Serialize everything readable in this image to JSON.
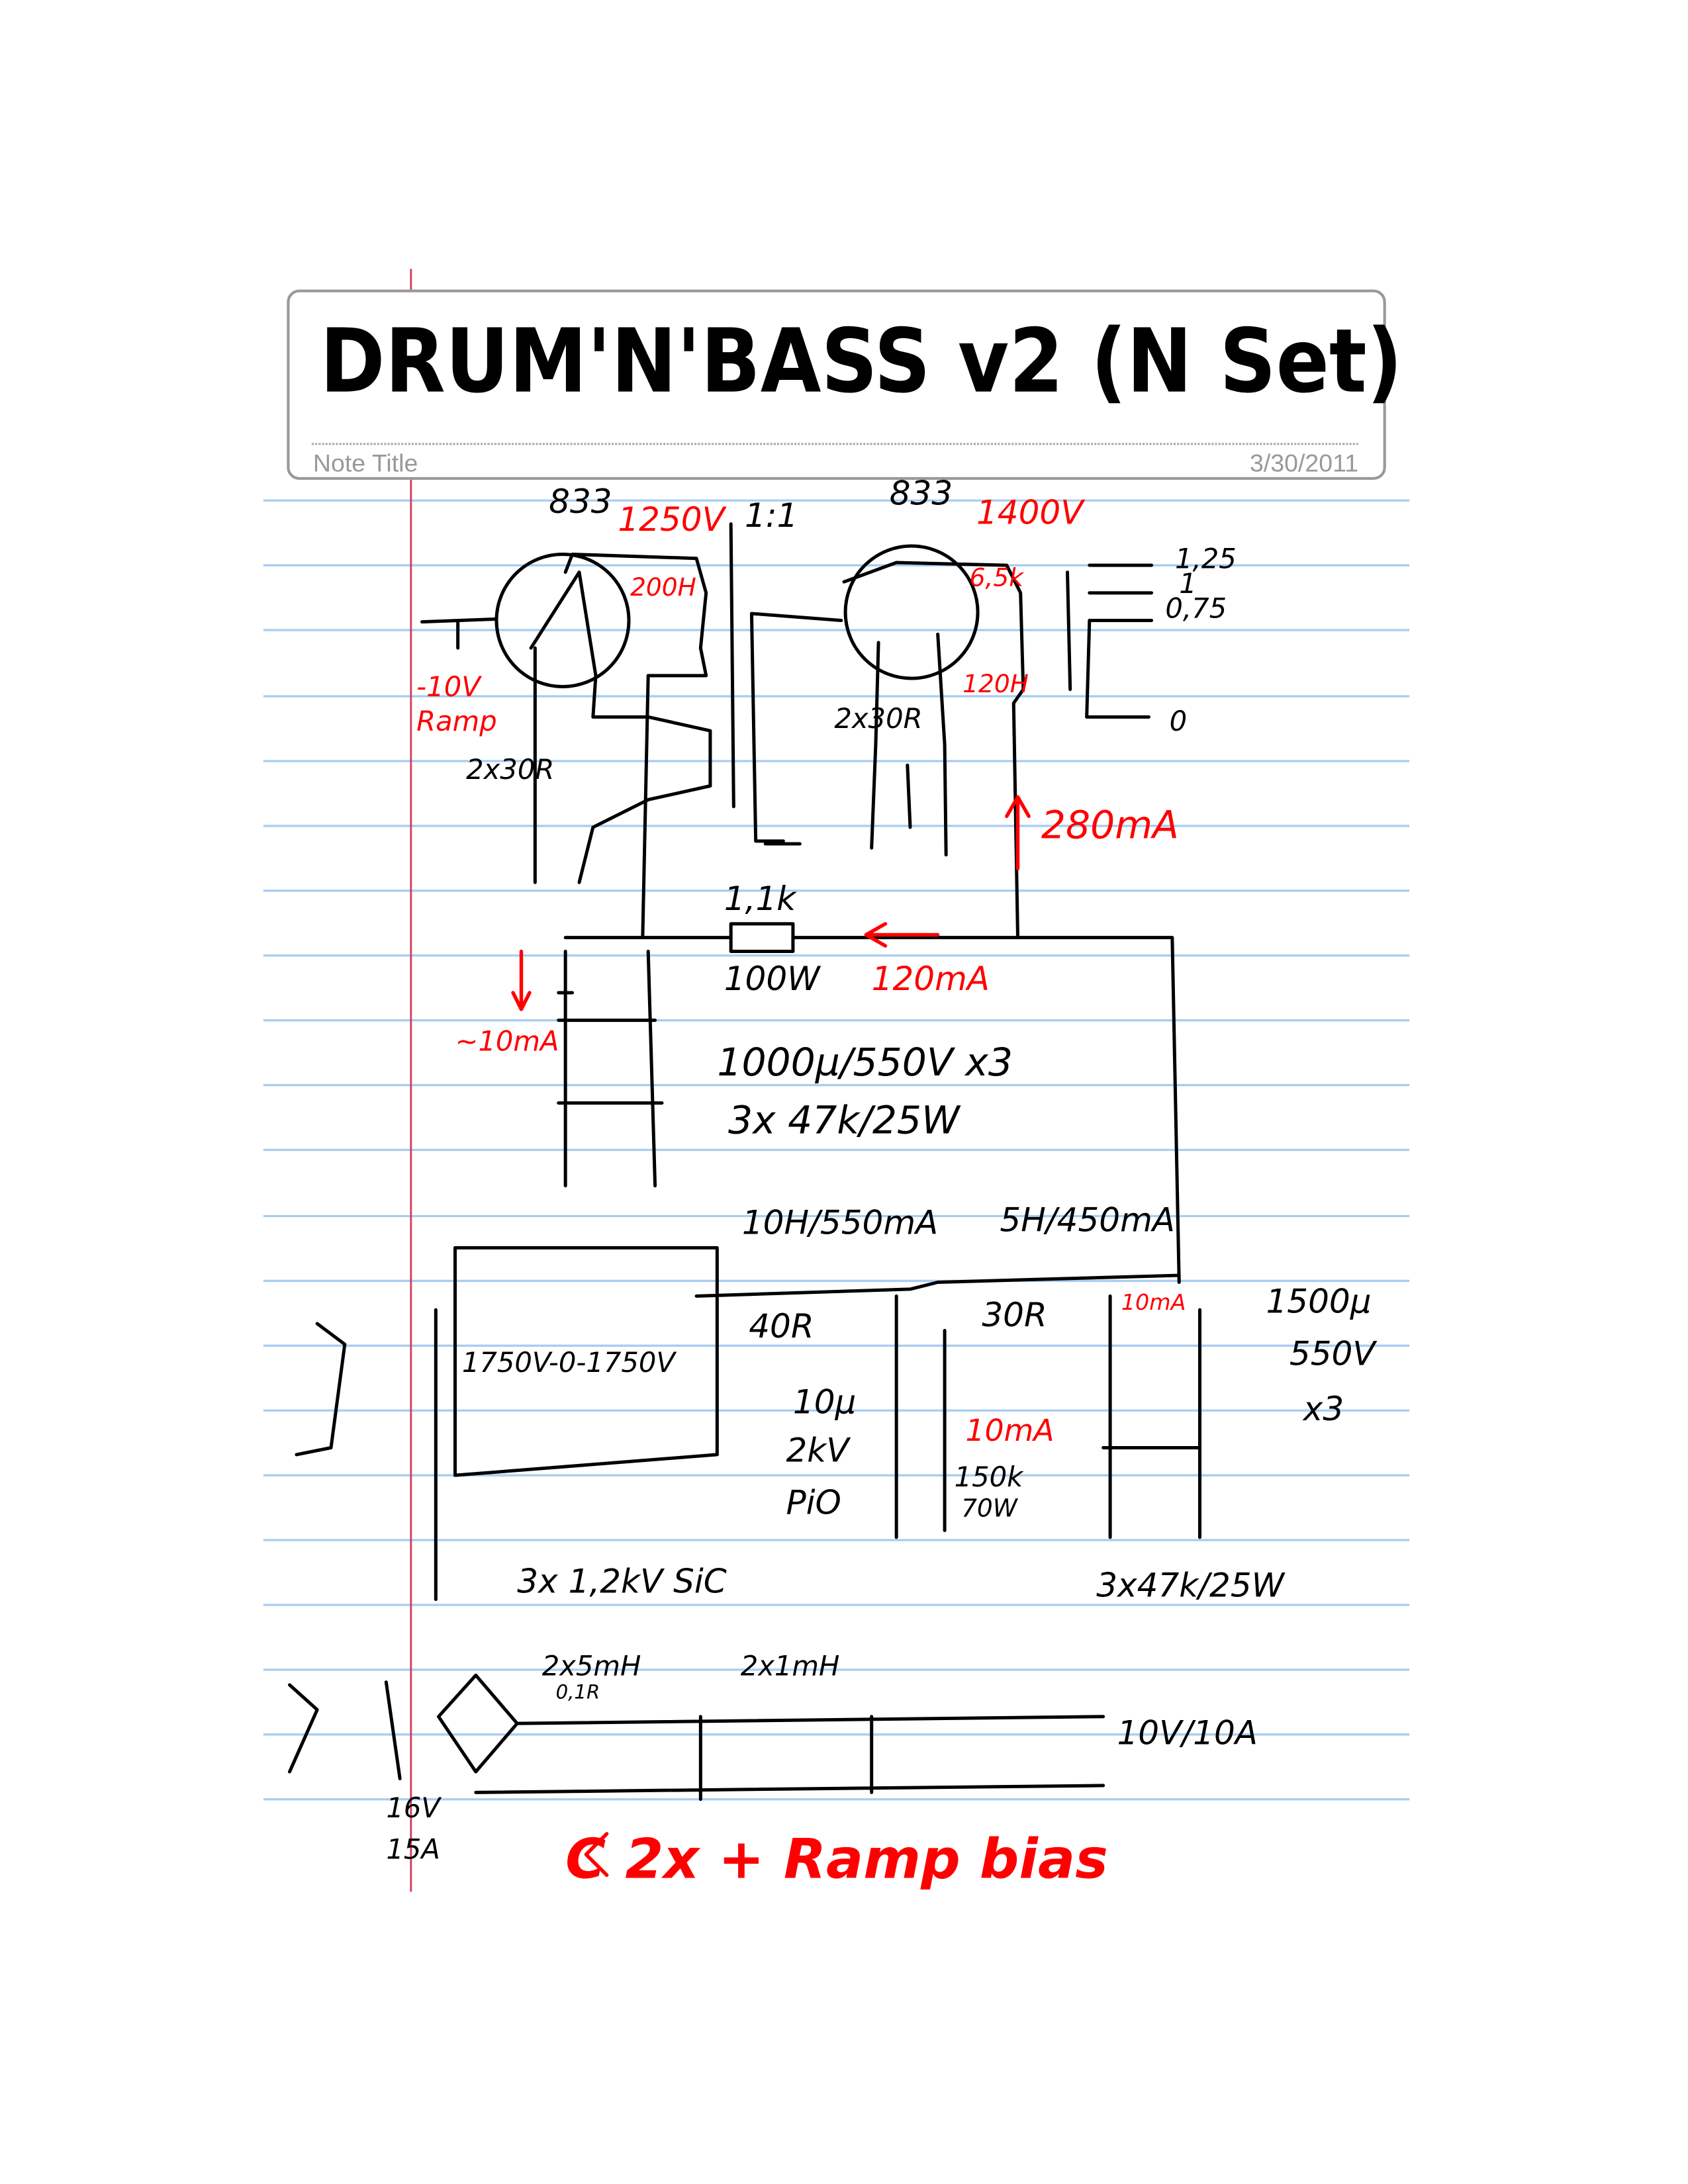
{
  "header": {
    "title": "DRUM'N'BASS v2 (N Set)",
    "note_title_label": "Note Title",
    "date": "3/30/2011"
  },
  "output_stage": {
    "tube1": "833",
    "tube1_voltage": "1250V",
    "ratio": "1:1",
    "tube2": "833",
    "tube2_voltage": "1400V",
    "choke1": "200H",
    "bias": "-10V",
    "bias_note": "Ramp",
    "cathode_r1": "2x30R",
    "cathode_r2": "2x30R",
    "choke2_label": "6,5k",
    "choke2_h": "120H",
    "taps": [
      "1,25",
      "1",
      "0,75",
      "0"
    ],
    "current_main": "280mA"
  },
  "hv_supply": {
    "series_r": "1,1k",
    "series_r_power": "100W",
    "current_series": "120mA",
    "current_bleed": "~10mA",
    "caps": "1000µ/550V x3",
    "bleeders": "3x 47k/25W",
    "choke_a": "10H/550mA",
    "choke_b": "5H/450mA",
    "choke_a_r": "40R",
    "choke_b_r": "30R",
    "current_right": "10mA",
    "cap_right": "1500µ",
    "cap_right_v": "550V",
    "cap_right_n": "x3",
    "transformer": "1750V-0-1750V",
    "pi_cap": "10µ",
    "pi_cap_v": "2kV",
    "pi_cap_type": "PiO",
    "current_pi": "10mA",
    "pi_r": "150k",
    "pi_r_power": "70W",
    "diodes": "3x 1,2kV SiC",
    "bleeders_right": "3x47k/25W"
  },
  "filament_supply": {
    "choke_a": "2x5mH",
    "choke_a_r": "0,1R",
    "choke_b": "2x1mH",
    "output": "10V/10A",
    "transformer_v": "16V",
    "transformer_a": "15A",
    "note": "C 2x + Ramp bias"
  },
  "colors": {
    "ink": "#000000",
    "annotation": "#ff0000",
    "rule": "#a8cdf0",
    "margin": "#d04060"
  }
}
